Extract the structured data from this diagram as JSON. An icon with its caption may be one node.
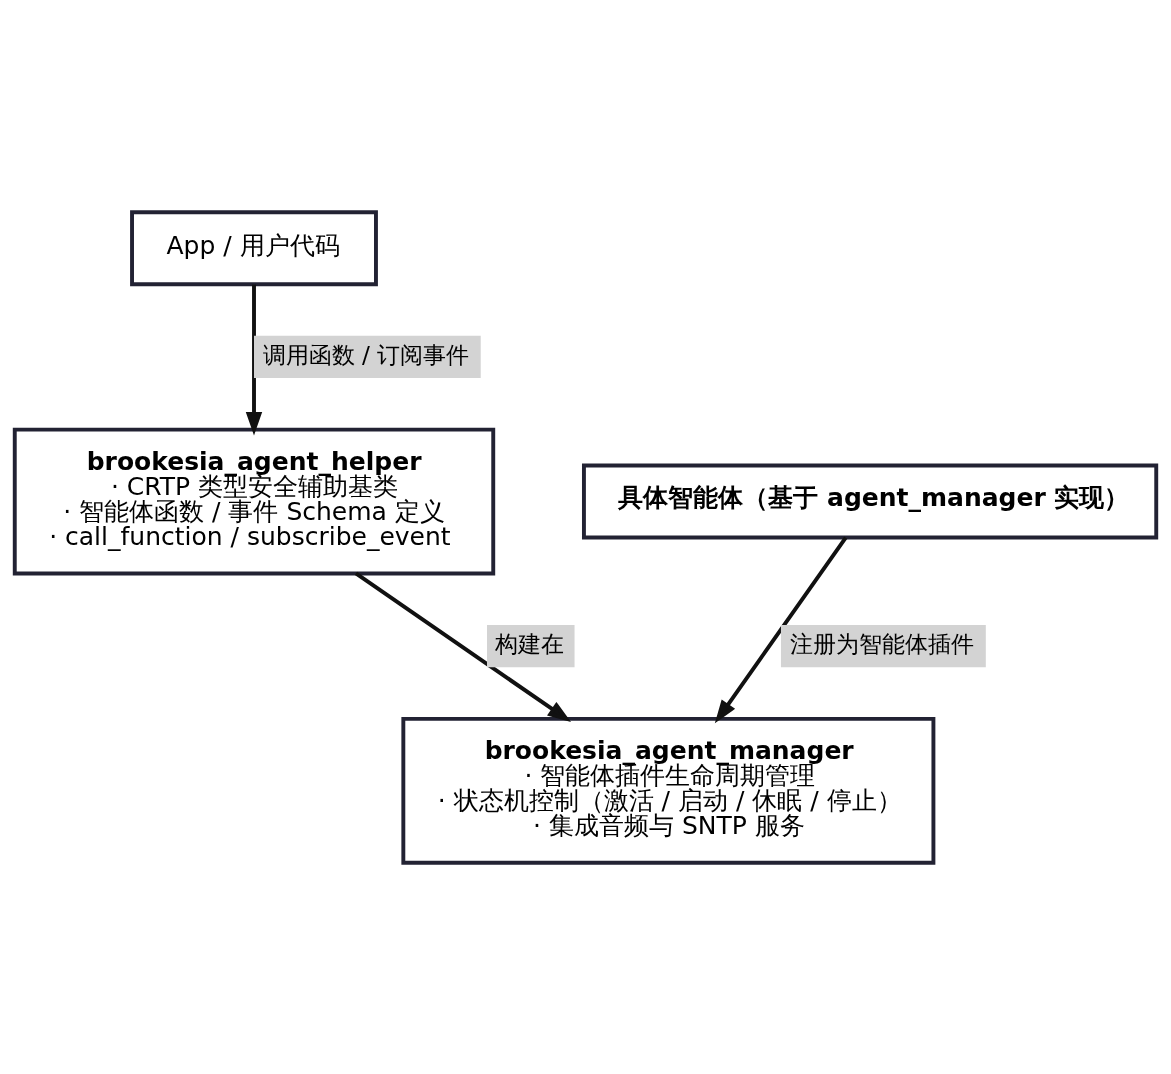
{
  "diagram": {
    "nodes": [
      {
        "text": [
          "App / 用户代码"
        ]
      },
      {
        "text": [
          "brookesia_agent_helper",
          "· CRTP 类型安全辅助基类",
          "· 智能体函数 / 事件 Schema 定义",
          "· call_function / subscribe_event"
        ]
      },
      {
        "text": [
          "具体智能体（基于 agent_manager 实现）"
        ]
      },
      {
        "text": [
          "brookesia_agent_manager",
          "· 智能体插件生命周期管理",
          "· 状态机控制（激活 / 启动 / 休眠 / 停止）",
          "· 集成音频与 SNTP 服务"
        ]
      }
    ],
    "edges": [
      {
        "from": 0,
        "to": 1,
        "arrow": "to",
        "label": "调用函数 / 订阅事件"
      },
      {
        "from": 1,
        "to": 3,
        "arrow": "to",
        "label": "构建在"
      },
      {
        "from": 2,
        "to": 3,
        "arrow": "to",
        "label": "注册为智能体插件"
      }
    ]
  }
}
